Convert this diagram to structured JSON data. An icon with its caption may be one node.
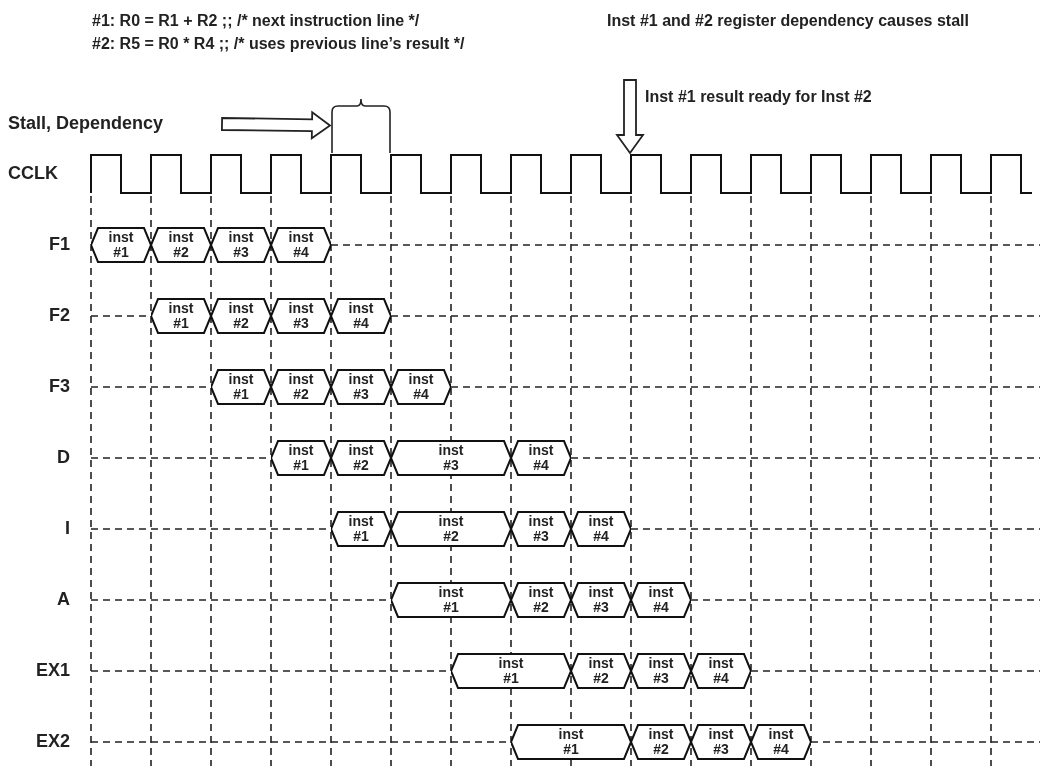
{
  "diagram": {
    "nodes": [
      {
        "text": [
          "Stall, Dependency"
        ]
      },
      {
        "text": [],
        "shape": "brace"
      },
      {
        "text": [],
        "shape": "picture"
      },
      {
        "text": [
          "inst #1"
        ]
      },
      {
        "text": [
          "inst #2"
        ]
      },
      {
        "text": [
          "inst #3"
        ]
      },
      {
        "text": [
          "inst #4"
        ]
      },
      {
        "text": [
          "inst #1"
        ]
      },
      {
        "text": [
          "inst #2"
        ]
      },
      {
        "text": [
          "inst #3"
        ]
      },
      {
        "text": [
          "inst #4"
        ]
      },
      {
        "text": [
          "inst #1"
        ]
      },
      {
        "text": [
          "inst #2"
        ]
      },
      {
        "text": [
          "inst #3"
        ]
      },
      {
        "text": [
          "inst #4"
        ]
      },
      {
        "text": [
          "inst #1"
        ]
      },
      {
        "text": [
          "inst #2"
        ]
      },
      {
        "text": [
          "inst #3"
        ]
      },
      {
        "text": [
          "inst #4"
        ]
      },
      {
        "text": [
          "inst #1"
        ]
      },
      {
        "text": [
          "inst #2"
        ]
      },
      {
        "text": [
          "inst #3"
        ]
      },
      {
        "text": [
          "inst #4"
        ]
      },
      {
        "text": [
          "inst #1"
        ]
      },
      {
        "text": [
          "inst #2"
        ]
      },
      {
        "text": [
          "inst #3"
        ]
      },
      {
        "text": [
          "inst #4"
        ]
      },
      {
        "text": [
          "inst #1"
        ]
      },
      {
        "text": [
          "inst #2"
        ]
      },
      {
        "text": [
          "inst #3"
        ]
      },
      {
        "text": [
          "inst #4"
        ]
      },
      {
        "text": [
          "inst #1"
        ]
      },
      {
        "text": [
          "inst #2"
        ]
      },
      {
        "text": [
          "inst #3"
        ]
      },
      {
        "text": [
          "inst #4"
        ]
      }
    ],
    "edges": [
      {
        "from": 0,
        "to": 1,
        "arrow": "to"
      },
      {
        "from": null,
        "to": 2,
        "arrow": "to"
      }
    ],
    "labels": [
      "#1: R0 = R1 + R2 ;; /* next instruction line  */",
      "#2: R5 = R0 * R4 ;; /* uses previous line’s result */",
      "Inst #1 and #2 register dependency causes stall",
      "Inst #1 result ready for Inst #2",
      "CCLK",
      "F1",
      "F2",
      "F3",
      "D",
      "I",
      "A",
      "EX1",
      "EX2"
    ]
  }
}
